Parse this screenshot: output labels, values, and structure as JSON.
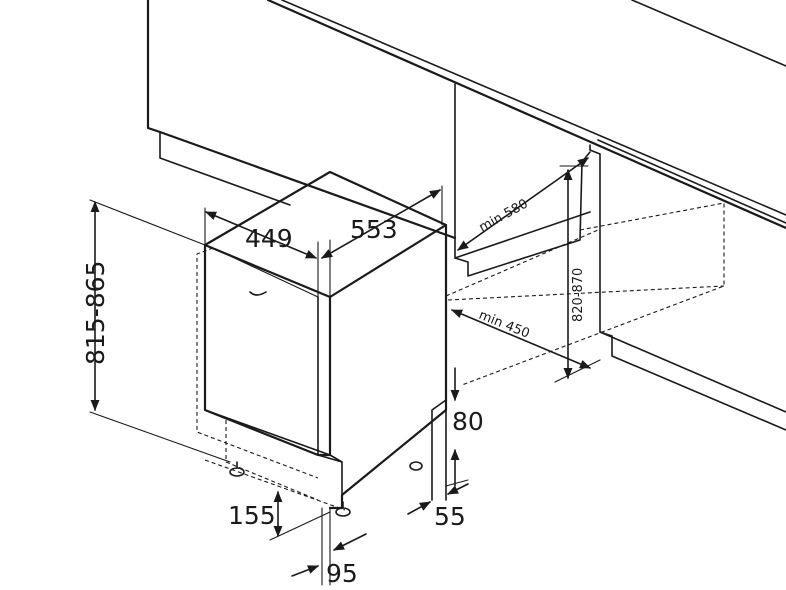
{
  "dimensions": {
    "depth": "553",
    "width": "449",
    "height_range": "815-865",
    "min_depth": "min 580",
    "min_width": "min 450",
    "niche_height": "820-870",
    "plinth": "80",
    "toe_kick": "55",
    "foot_height": "155",
    "foot_offset": "95"
  }
}
